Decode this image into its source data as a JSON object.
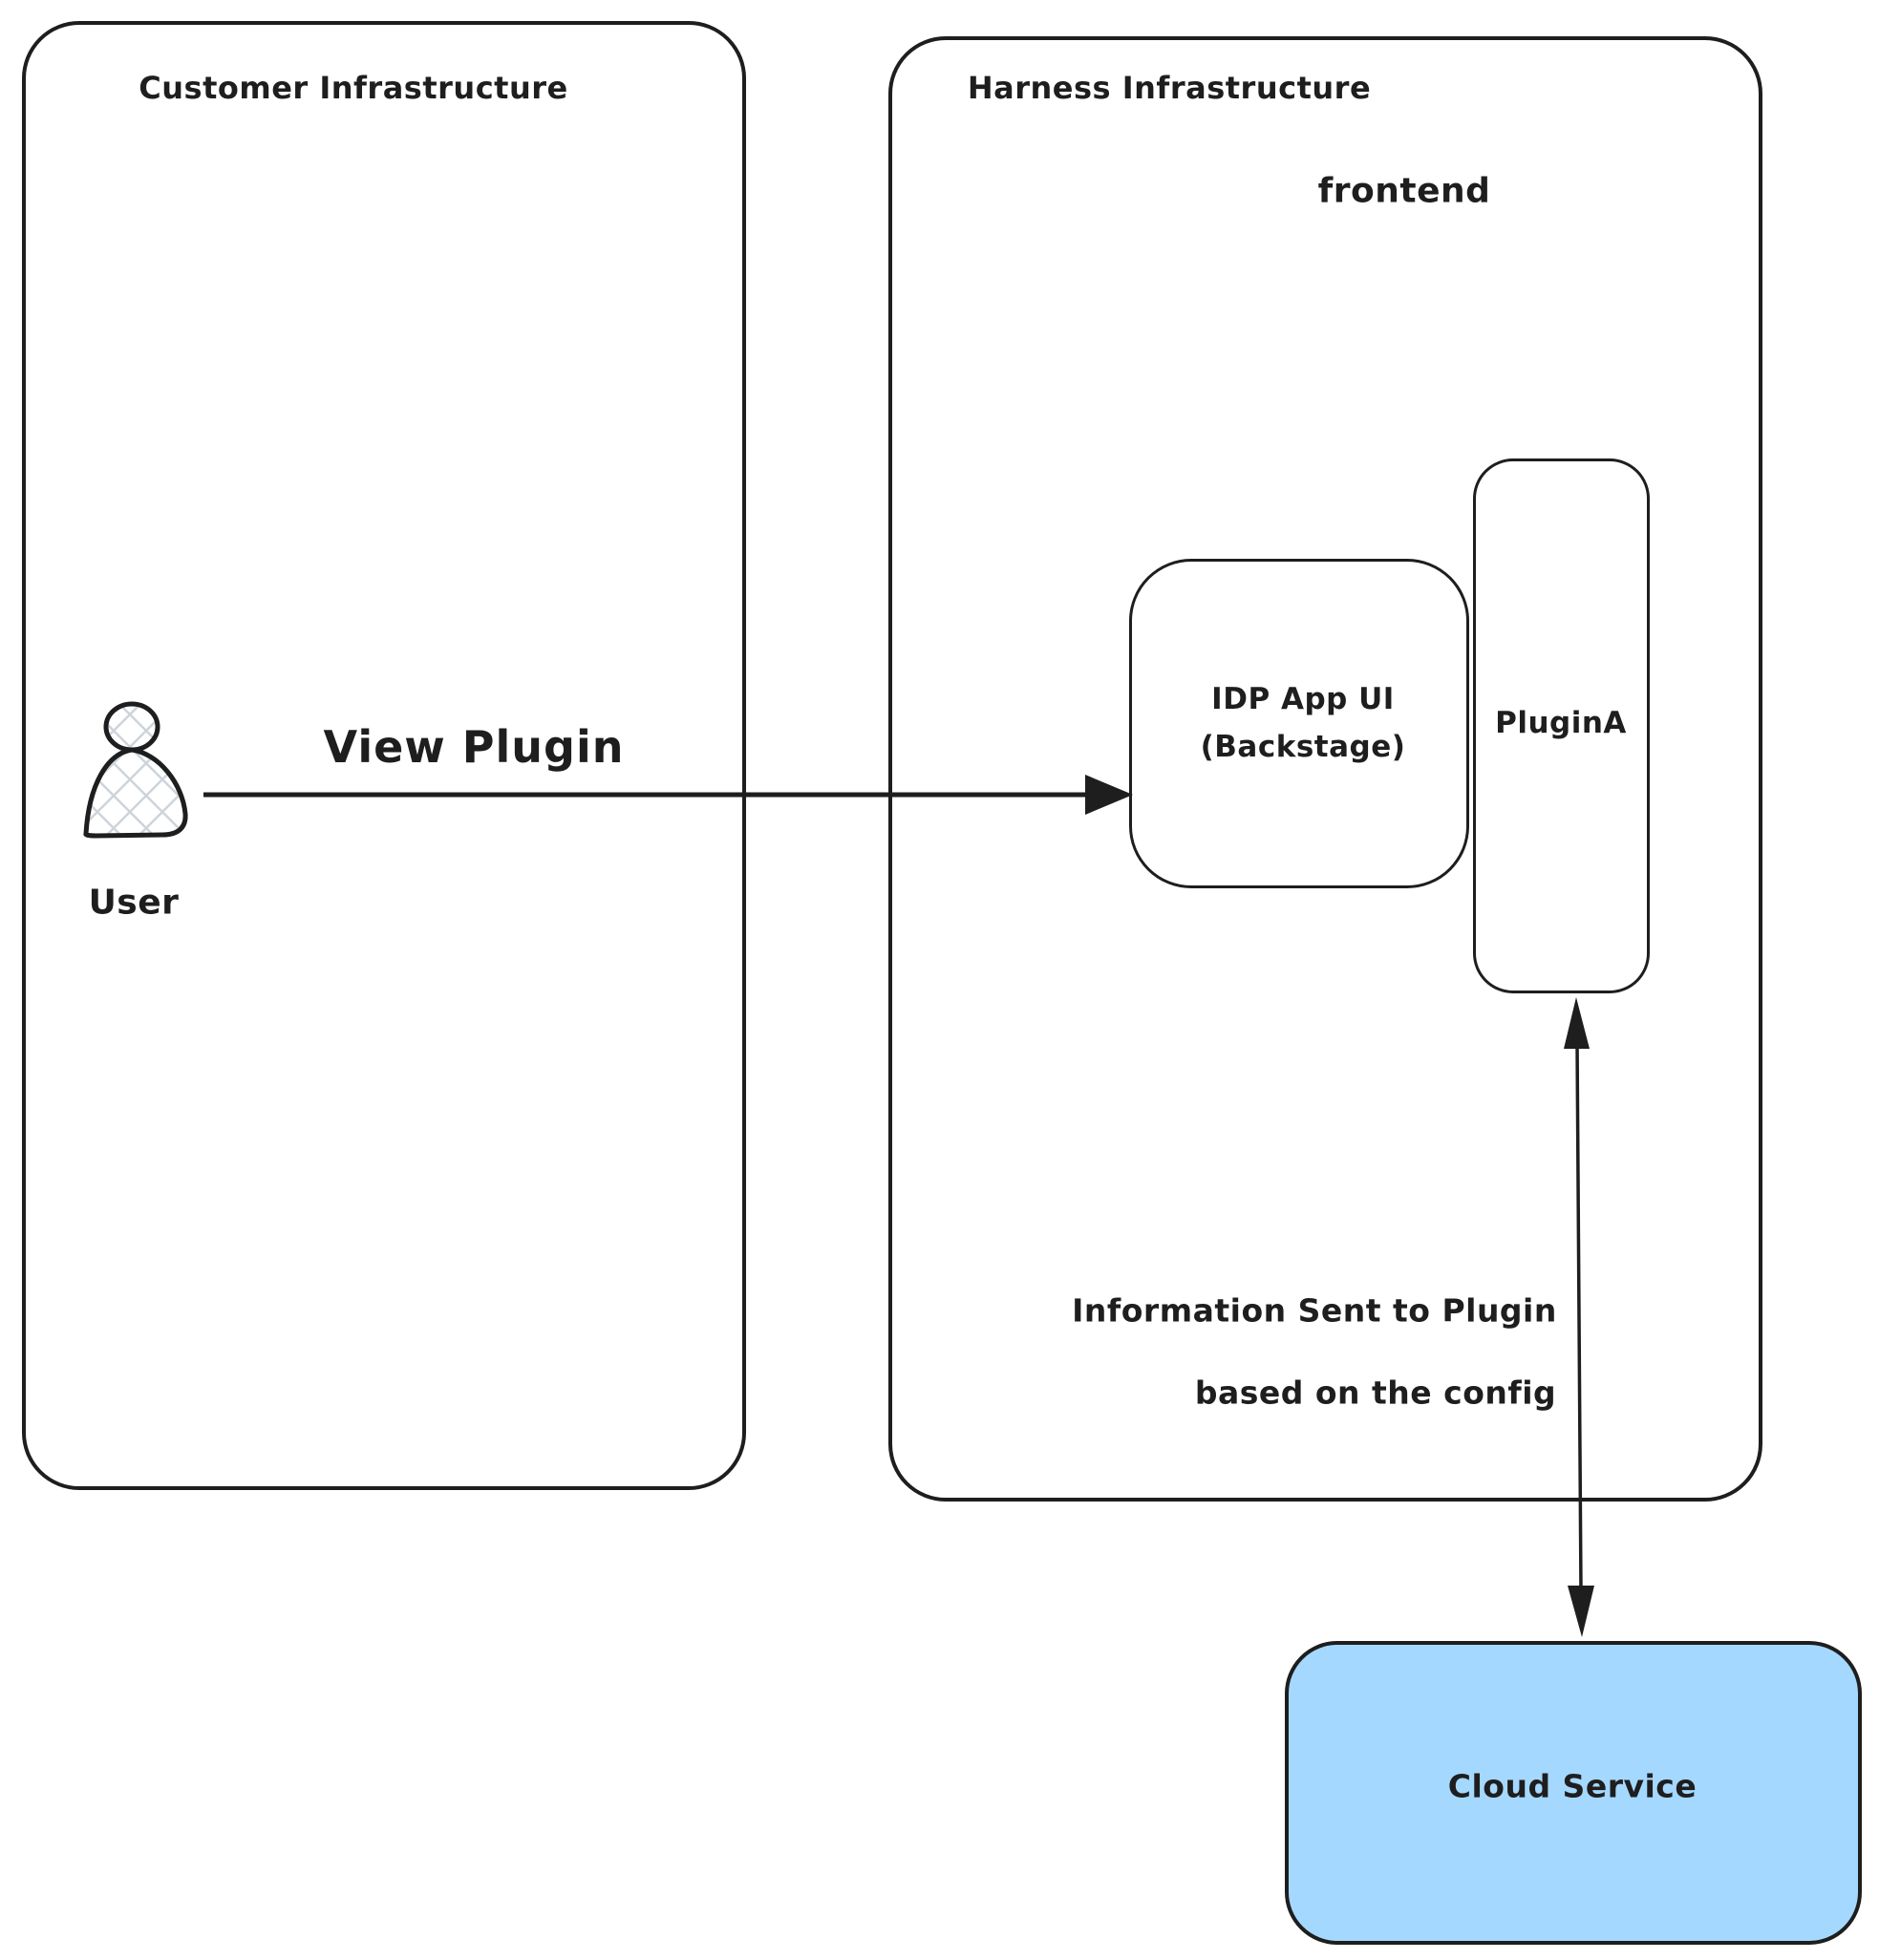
{
  "diagram": {
    "colors": {
      "background": "#ffffff",
      "stroke": "#1e1e1e",
      "cloud_fill": "#a5d8ff",
      "hatch": "#ced4da"
    },
    "customer_box": {
      "label": "Customer Infrastructure"
    },
    "harness_box": {
      "label": "Harness Infrastructure",
      "region_label": "frontend"
    },
    "idp_box": {
      "label_line1": "IDP App UI",
      "label_line2": "(Backstage)"
    },
    "plugin_box": {
      "label": "PluginA"
    },
    "cloud_box": {
      "label": "Cloud Service"
    },
    "user": {
      "label": "User"
    },
    "arrows": {
      "view_plugin": {
        "label": "View Plugin"
      },
      "info_sent": {
        "label_line1": "Information Sent to Plugin",
        "label_line2": "based on the config"
      }
    }
  }
}
